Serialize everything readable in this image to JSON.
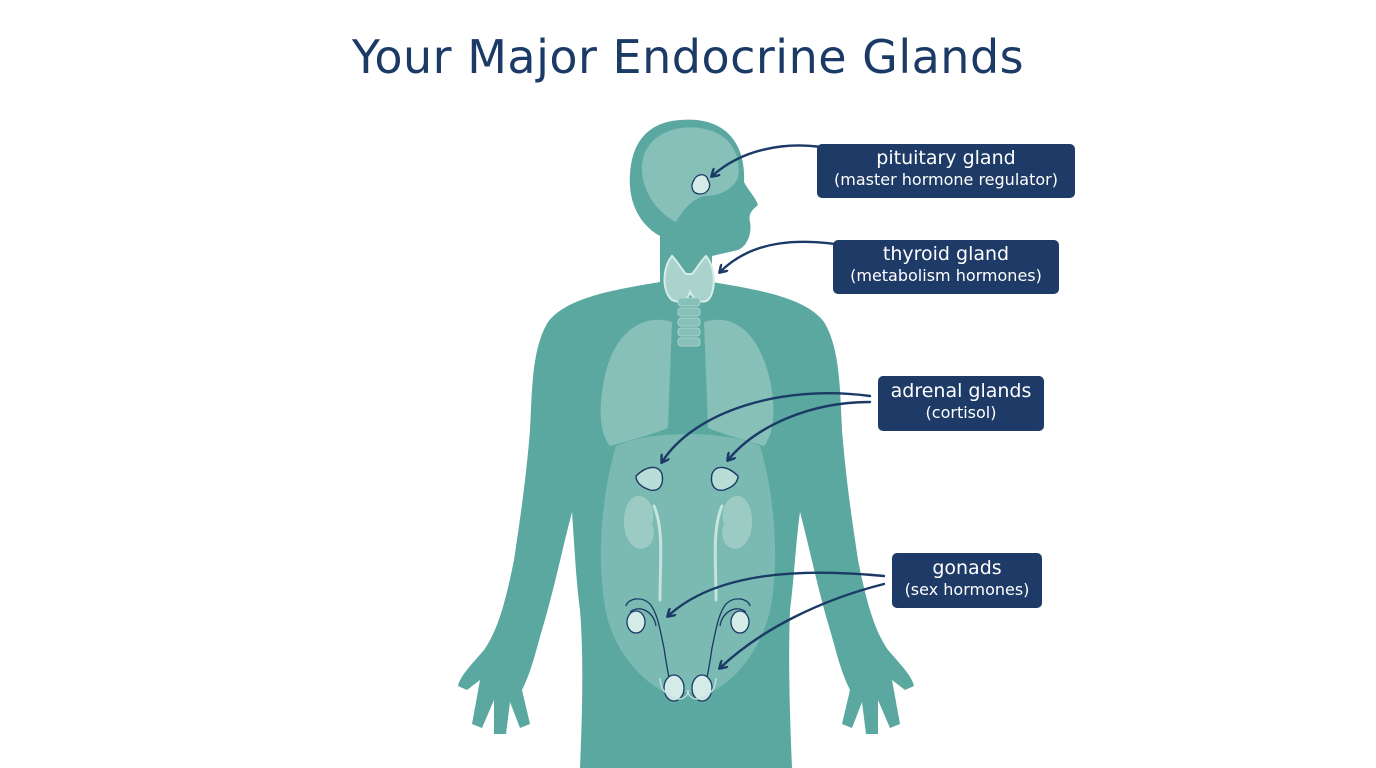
{
  "title": "Your Major Endocrine Glands",
  "labels": {
    "pituitary": {
      "name": "pituitary gland",
      "detail": "(master hormone regulator)"
    },
    "thyroid": {
      "name": "thyroid gland",
      "detail": "(metabolism hormones)"
    },
    "adrenal": {
      "name": "adrenal glands",
      "detail": "(cortisol)"
    },
    "gonads": {
      "name": "gonads",
      "detail": "(sex hormones)"
    }
  },
  "colors": {
    "body": "#5aa89f",
    "organ": "#86c0b8",
    "label_bg": "#1e3a66",
    "arrow": "#1b3a66",
    "title": "#1b3a66"
  }
}
